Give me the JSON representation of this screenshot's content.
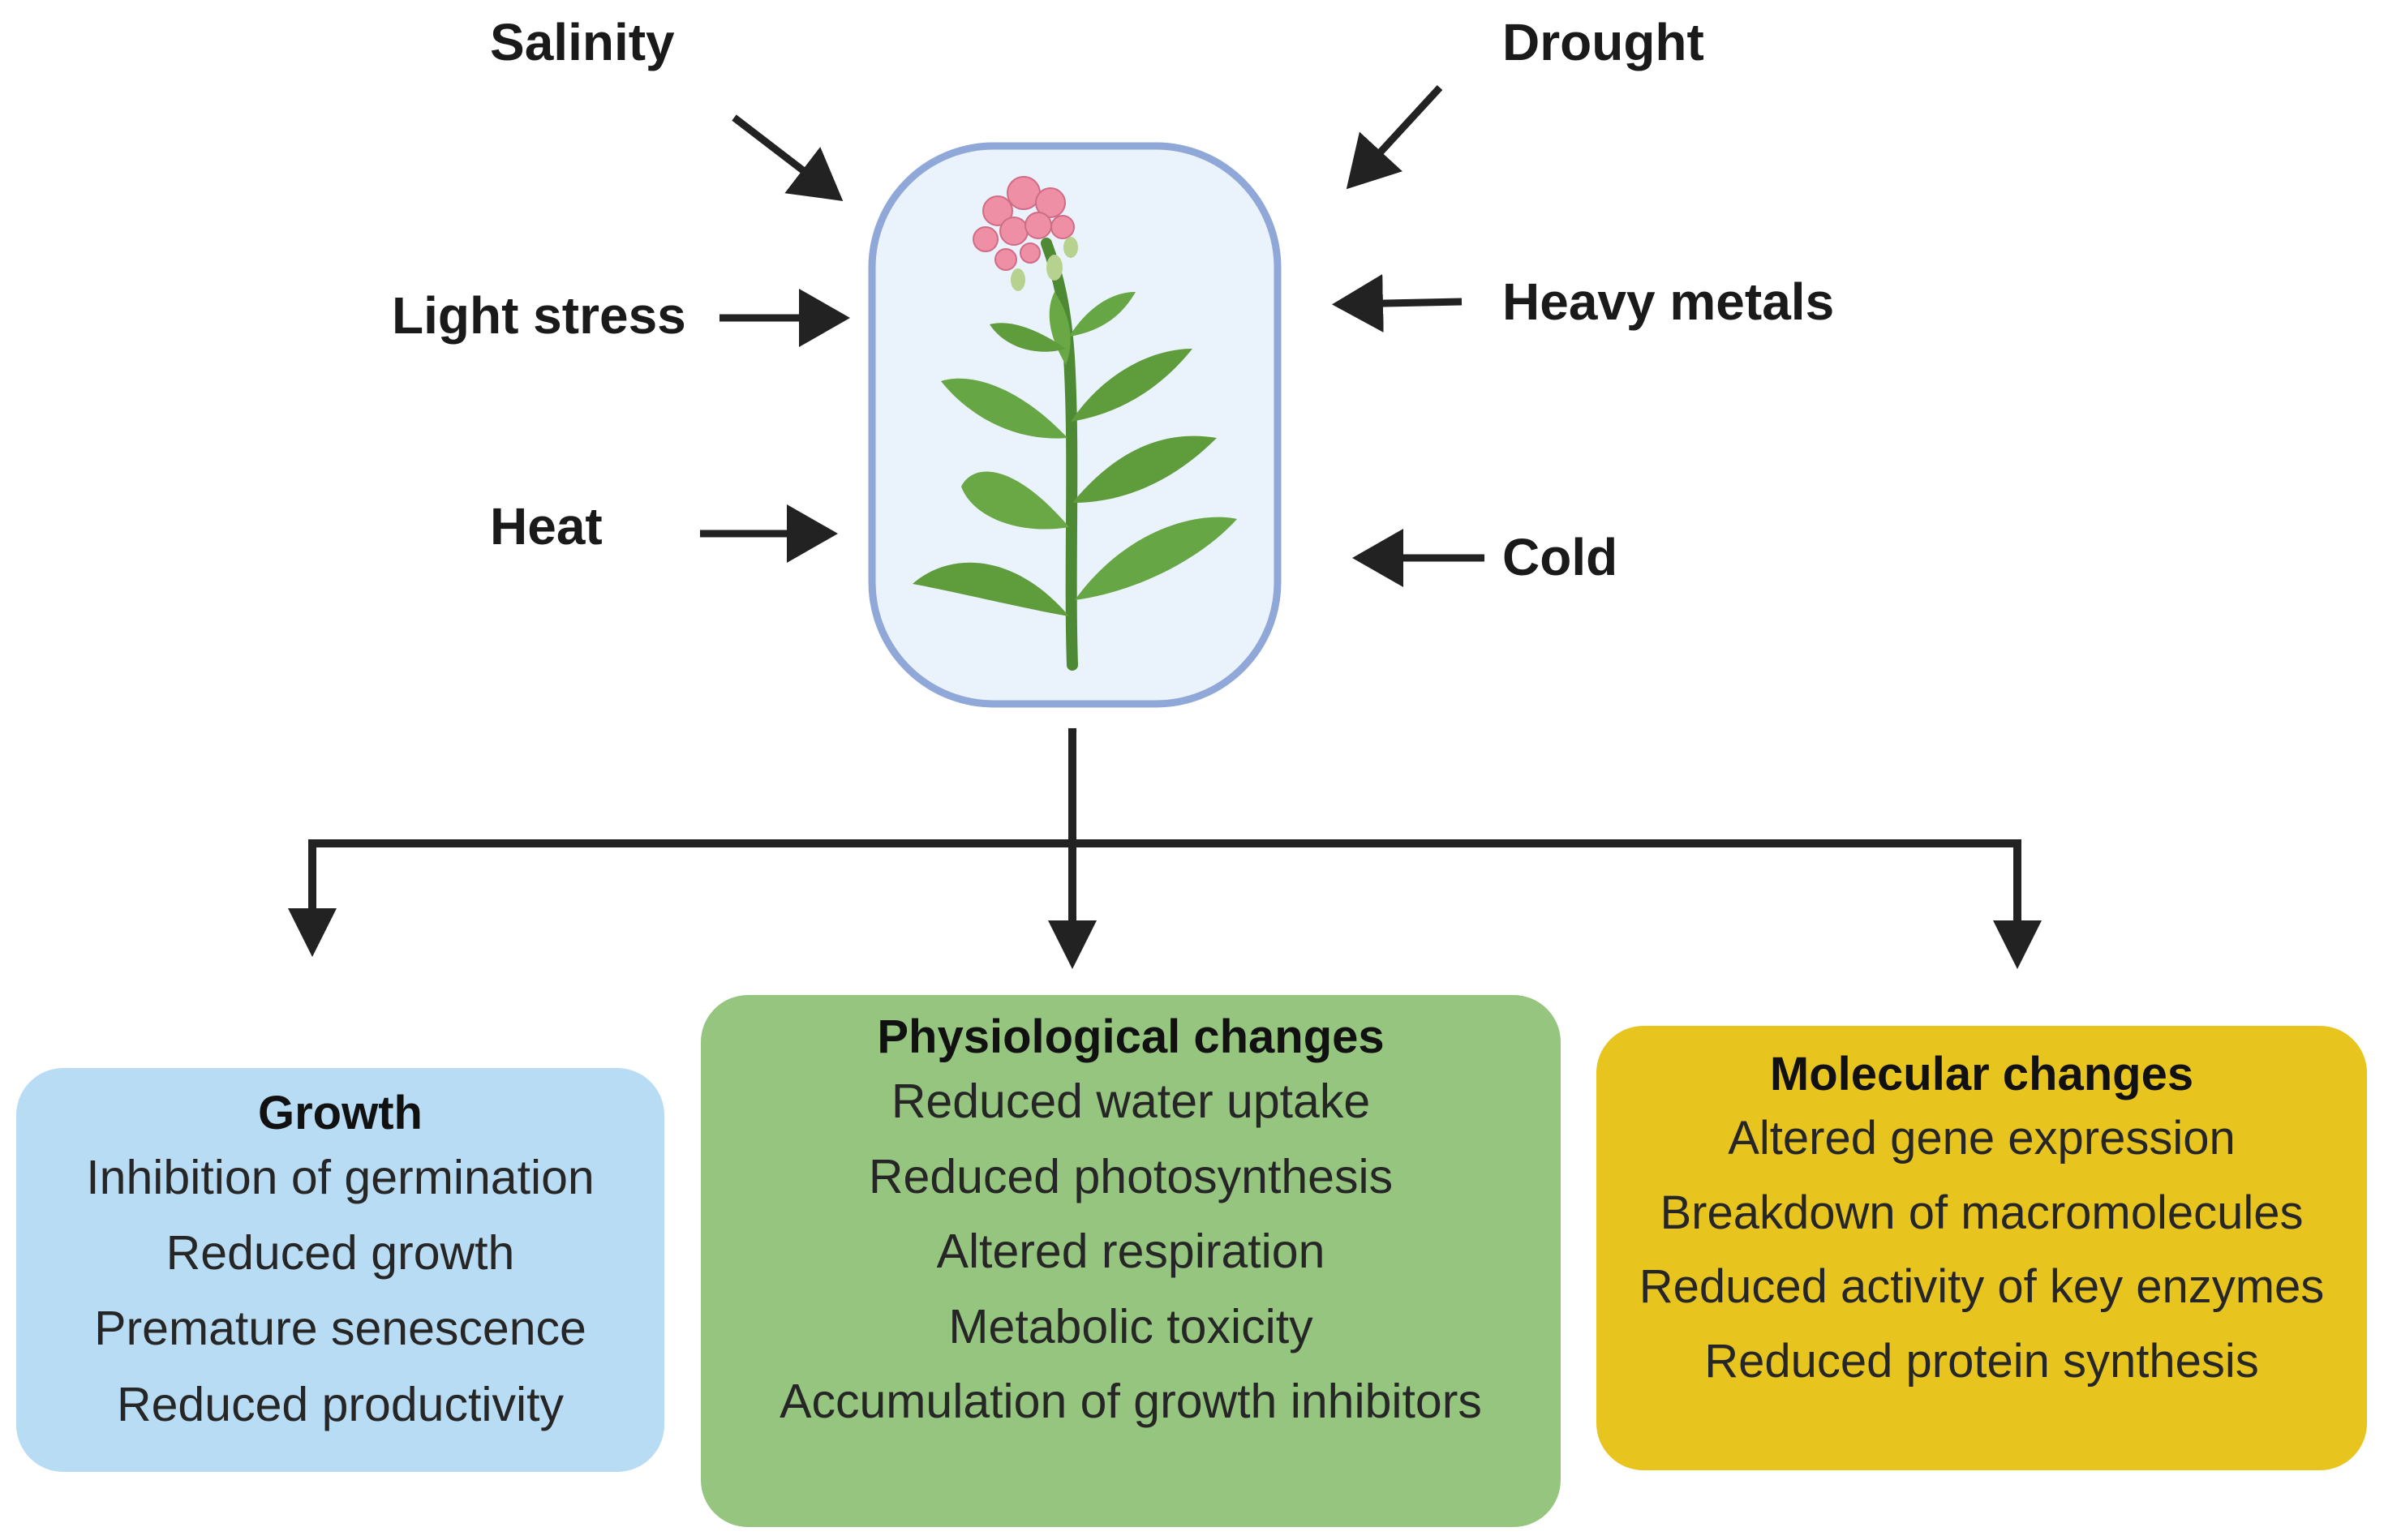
{
  "stressors": {
    "salinity": "Salinity",
    "drought": "Drought",
    "light_stress": "Light stress",
    "heavy_metals": "Heavy metals",
    "heat": "Heat",
    "cold": "Cold"
  },
  "growth": {
    "title": "Growth",
    "items": [
      "Inhibition of germination",
      "Reduced growth",
      "Premature senescence",
      "Reduced productivity"
    ]
  },
  "physiological": {
    "title": "Physiological changes",
    "items": [
      "Reduced water uptake",
      "Reduced photosynthesis",
      "Altered respiration",
      "Metabolic toxicity",
      "Accumulation of growth inhibitors"
    ]
  },
  "molecular": {
    "title": "Molecular changes",
    "items": [
      "Altered gene expression",
      "Breakdown of macromolecules",
      "Reduced activity of key enzymes",
      "Reduced protein synthesis"
    ]
  },
  "colors": {
    "growth_box": "#b9dcf5",
    "physiological_box": "#95c57f",
    "molecular_box": "#e8c41f",
    "plant_panel_fill": "#eaf2fc",
    "plant_panel_border": "#8fa8d8",
    "arrows": "#222222",
    "leaf": "#5e9c3c",
    "flower": "#ee8fa6"
  },
  "icons": {
    "plant": "tobacco-plant-icon"
  }
}
